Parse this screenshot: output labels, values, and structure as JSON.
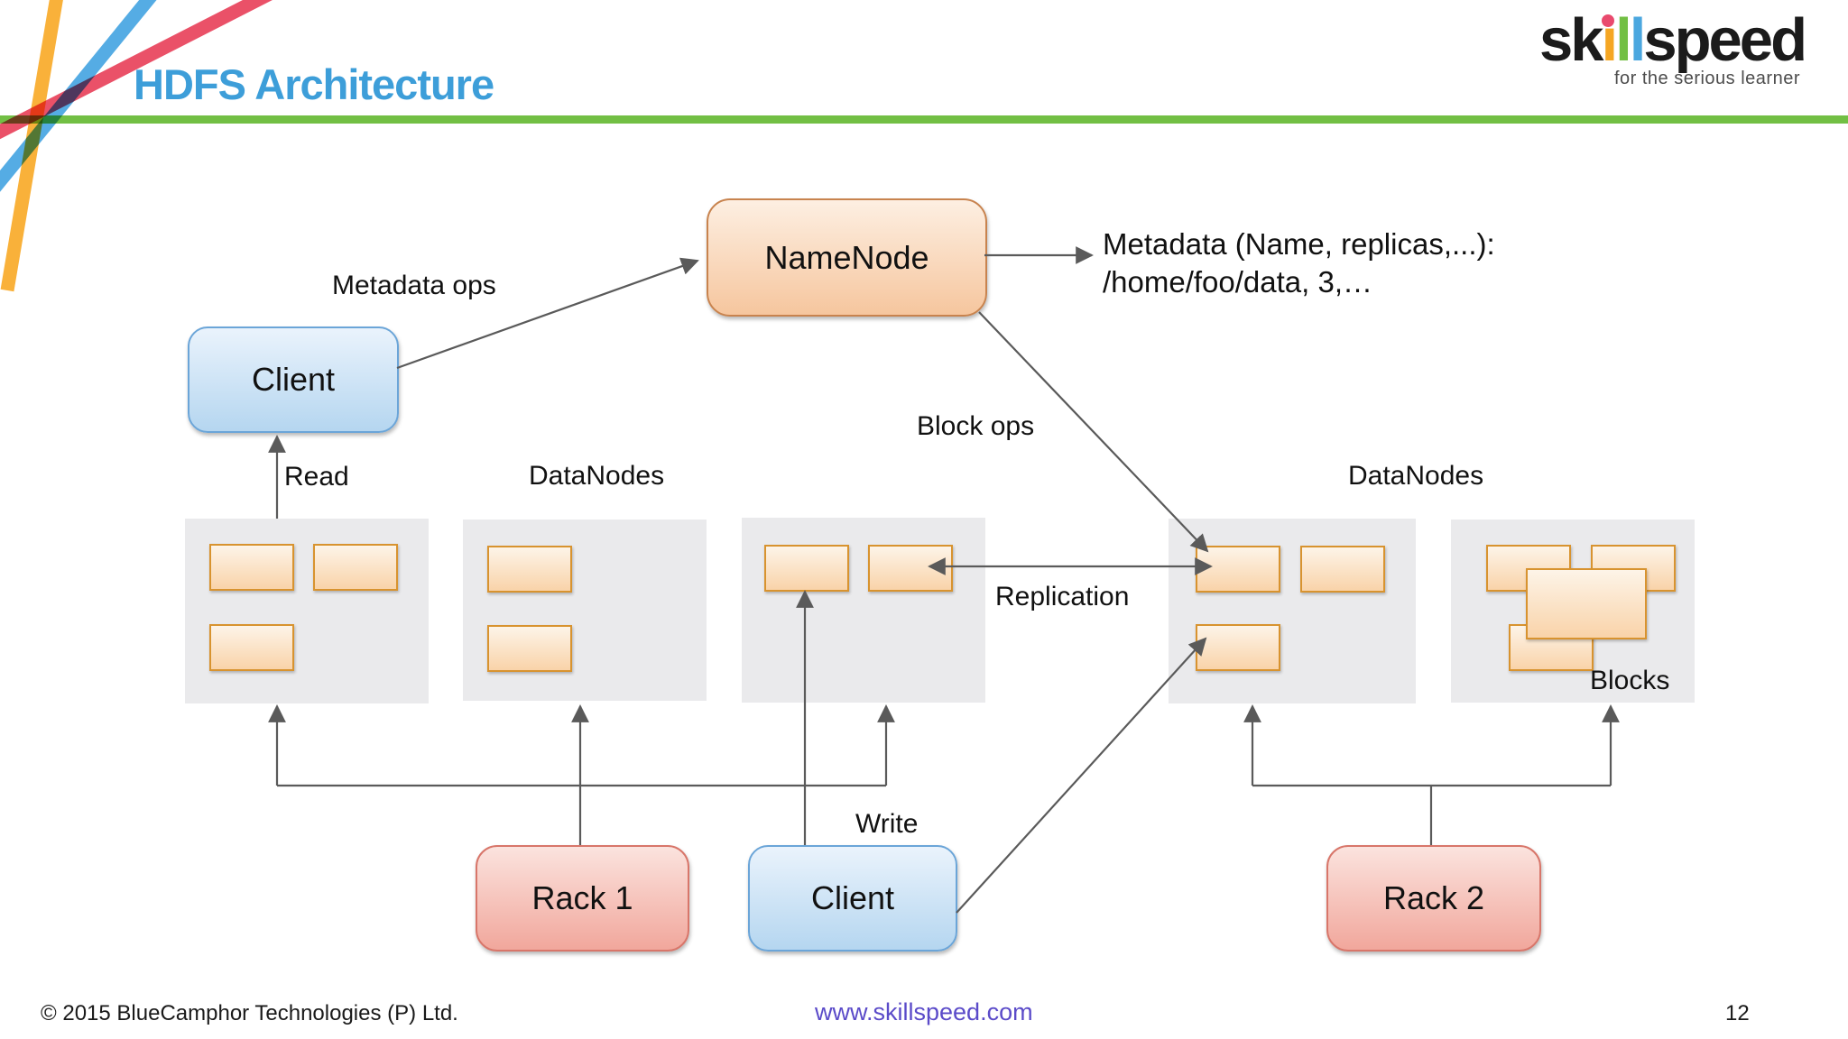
{
  "header": {
    "title": "HDFS Architecture"
  },
  "logo": {
    "part_sk": "sk",
    "dotless_i": "ı",
    "l_green": "l",
    "l_blue": "l",
    "part_speed": "speed",
    "tagline": "for the serious learner"
  },
  "nodes": {
    "namenode": "NameNode",
    "client_top": "Client",
    "client_bottom": "Client",
    "rack1": "Rack 1",
    "rack2": "Rack 2"
  },
  "labels": {
    "metadata_ops": "Metadata ops",
    "read": "Read",
    "datanodes_left": "DataNodes",
    "datanodes_right": "DataNodes",
    "block_ops": "Block ops",
    "replication": "Replication",
    "write": "Write",
    "blocks": "Blocks",
    "metadata_line1": "Metadata (Name, replicas,...):",
    "metadata_line2": "/home/foo/data, 3,…"
  },
  "footer": {
    "copyright": "© 2015 BlueCamphor Technologies (P) Ltd.",
    "website": "www.skillspeed.com",
    "page": "12"
  },
  "colors": {
    "title_blue": "#3D9ED9",
    "accent_green": "#72BF44",
    "decor_orange": "#F9B13A",
    "decor_blue": "#55ACE4",
    "decor_red": "#EA5168",
    "node_orange_border": "#C8834E",
    "node_blue_border": "#6BA5D8",
    "node_pink_border": "#D8766A",
    "block_border": "#D8932F",
    "rack_gray": "#EAEAEC",
    "arrow_gray": "#5A5A5A",
    "website_purple": "#5B4BC9",
    "logo_dot_pink": "#E94A6E",
    "logo_i_orange": "#F5A623"
  }
}
